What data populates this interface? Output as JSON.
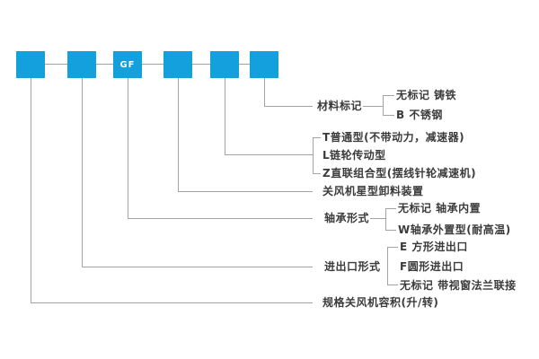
{
  "diagram": {
    "model_code_boxes": [
      "",
      "",
      "GF",
      "",
      "",
      ""
    ],
    "segments": [
      {
        "category": "材料标记",
        "options": [
          "无标记 铸铁",
          "B 不锈钢"
        ]
      },
      {
        "category": "",
        "options": [
          "T普通型(不带动力，减速器)",
          "L链轮传动型",
          "Z直联组合型(摆线针轮减速机)"
        ]
      },
      {
        "category": "",
        "options": [
          "关风机星型卸料装置"
        ]
      },
      {
        "category": "轴承形式",
        "options": [
          "无标记 轴承内置",
          "W轴承外置型(耐高温)"
        ]
      },
      {
        "category": "进出口形式",
        "options": [
          "E 方形进出口",
          "F圆形进出口",
          "无标记 带视窗法兰联接"
        ]
      },
      {
        "category": "",
        "options": [
          "规格关风机容积(升/转)"
        ]
      }
    ],
    "colors": {
      "box_blue": "#14a0dc",
      "line_gray": "#a3a3a3",
      "text_dark": "#3b3b3b",
      "box_text_white": "#ffffff"
    }
  }
}
